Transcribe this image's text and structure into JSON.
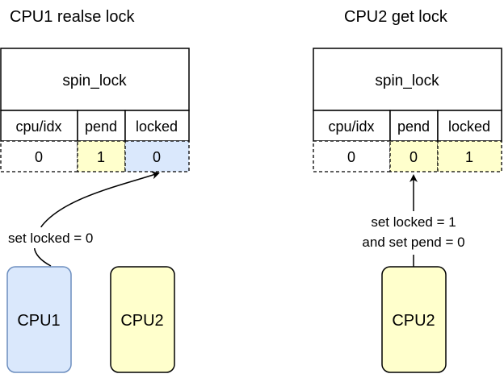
{
  "colors": {
    "pend_fill": "#ffffcc",
    "locked_fill_left": "#dae8fc",
    "locked_fill_right": "#ffffcc",
    "cpu1_fill": "#dae8fc",
    "cpu1_stroke": "#6c8ebf",
    "cpu2_fill": "#ffffcc",
    "cpu2_stroke": "#000000"
  },
  "left": {
    "title": "CPU1  realse lock",
    "lock_label": "spin_lock",
    "fields": [
      "cpu/idx",
      "pend",
      "locked"
    ],
    "values": [
      "0",
      "1",
      "0"
    ],
    "annotation": "set locked = 0",
    "cpu1_label": "CPU1",
    "cpu2_label": "CPU2"
  },
  "right": {
    "title": "CPU2  get lock",
    "lock_label": "spin_lock",
    "fields": [
      "cpu/idx",
      "pend",
      "locked"
    ],
    "values": [
      "0",
      "0",
      "1"
    ],
    "annotation_line1": "set  locked = 1",
    "annotation_line2": "and set pend  = 0",
    "cpu2_label": "CPU2"
  }
}
